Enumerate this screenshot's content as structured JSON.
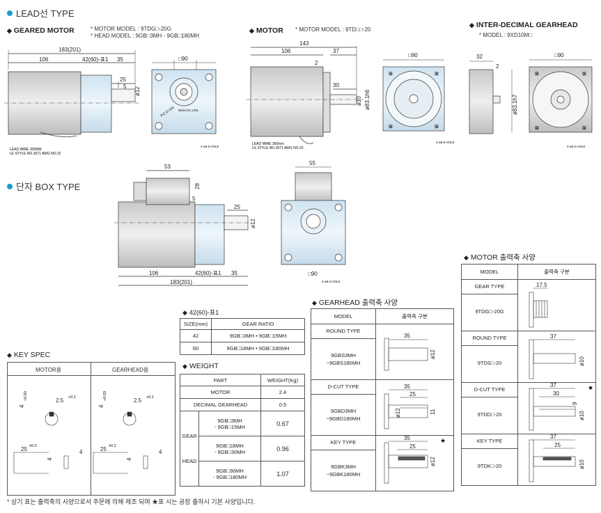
{
  "lead_title": "LEAD선 TYPE",
  "terminal_title": "단자 BOX TYPE",
  "geared_motor": {
    "title": "GEARED MOTOR",
    "model1": "* MOTOR MODEL : 9TDG□-20G",
    "model2": "* HEAD MODEL : 9GB□3MH - 9GB□180MH",
    "dims": [
      "183(201)",
      "106",
      "42(60)-표1",
      "35",
      "25",
      "5",
      "ø12",
      "□90"
    ],
    "lead_note1": "LEAD WIRE 300MM",
    "lead_note2": "UL STYLE NO.3071 AWG NO.22",
    "hole_note": "4-ø6.5 HOLE",
    "brand": "SKM.CO.,LTD.",
    "pcd": "P.C.D 104"
  },
  "motor": {
    "title": "MOTOR",
    "model1": "* MOTOR MODEL : 9TD□□-20",
    "dims": [
      "143",
      "106",
      "37",
      "2",
      "30",
      "ø10",
      "ø83.1h6",
      "□90"
    ],
    "lead_note1": "LEAD WIRE 300mm",
    "lead_note2": "UL STYLE NO.3071 AWG NO.22",
    "hole_note": "4-ø6.5 HOLE"
  },
  "inter": {
    "title": "INTER-DECIMAL GEARHEAD",
    "model1": "* MODEL : 9XD10M□",
    "dims": [
      "32",
      "2",
      "□90",
      "ø83.1h7"
    ],
    "hole_note": "4-ø6.5 HOLE"
  },
  "terminal": {
    "dims": [
      "53",
      "28",
      "5",
      "25",
      "ø12",
      "106",
      "42(60)-표1",
      "35",
      "183(201)",
      "55",
      "□90"
    ],
    "hole_note": "4-ø6.5 HOLE"
  },
  "table1": {
    "title": "42(60)-표1",
    "headers": [
      "SIZE(mm)",
      "GEAR RATIO"
    ],
    "rows": [
      [
        "42",
        "9GB□3MH • 9GB□15MH"
      ],
      [
        "60",
        "9GB□18MH • 9GB□180MH"
      ]
    ]
  },
  "key_spec": {
    "title": "KEY SPEC",
    "headers": [
      "MOTOR용",
      "GEARHEAD용"
    ],
    "motor_dims": [
      "4",
      "+0.03",
      "0",
      "2.5",
      "+0.1",
      "0",
      "25",
      "±0.2",
      "4",
      "4"
    ],
    "gear_dims": [
      "4",
      "+0.03",
      "0",
      "2.5",
      "+0.1",
      "0",
      "25",
      "±0.2",
      "4",
      "4"
    ]
  },
  "weight": {
    "title": "WEIGHT",
    "headers": [
      "PART",
      "WEIGHT(Kg)"
    ],
    "motor": [
      "MOTOR",
      "2.4"
    ],
    "decimal": [
      "DECIMAL GEARHEAD",
      "0.5"
    ],
    "gear_label1": "GEAR",
    "gear_label2": "HEAD",
    "gear_rows": [
      [
        "9GB□3MH",
        "- 9GB□15MH",
        "0.67"
      ],
      [
        "9GB□18MH",
        "- 9GB□30MH",
        "0.96"
      ],
      [
        "9GB□36MH",
        "- 9GB□180MH",
        "1.07"
      ]
    ]
  },
  "gearhead_shaft": {
    "title": "GEARHEAD 출력축 사양",
    "headers": [
      "MODEL",
      "출력축 구분"
    ],
    "rows": [
      {
        "type": "ROUND TYPE",
        "models": [
          "9GBS3MH",
          "~9GBS180MH"
        ],
        "dims": [
          "35",
          "ø12"
        ],
        "star": ""
      },
      {
        "type": "D-CUT TYPE",
        "models": [
          "9GBD3MH",
          "~9GBD180MH"
        ],
        "dims": [
          "35",
          "25",
          "ø12",
          "11"
        ],
        "star": ""
      },
      {
        "type": "KEY TYPE",
        "models": [
          "9GBK3MH",
          "~9GBK180MH"
        ],
        "dims": [
          "35",
          "25",
          "ø12"
        ],
        "star": "★"
      }
    ]
  },
  "motor_shaft": {
    "title": "MOTOR 출력축 사양",
    "headers": [
      "MODEL",
      "출력축 구분"
    ],
    "rows": [
      {
        "type": "GEAR TYPE",
        "model": "9TDG□-20G",
        "dims": [
          "17.5"
        ],
        "star": ""
      },
      {
        "type": "ROUND TYPE",
        "model": "9TDS□-20",
        "dims": [
          "37",
          "ø10"
        ],
        "star": ""
      },
      {
        "type": "D-CUT TYPE",
        "model": "9TDD□-20",
        "dims": [
          "37",
          "30",
          "ø10",
          "9"
        ],
        "star": "★"
      },
      {
        "type": "KEY TYPE",
        "model": "9TDK□-20",
        "dims": [
          "37",
          "25",
          "ø10"
        ],
        "star": ""
      }
    ]
  },
  "footnote": "* 상기 표는 출력축의 사양으로서 주문에 의해 제조 되며 ★표 시는 공장 출하시 기본 사양입니다."
}
